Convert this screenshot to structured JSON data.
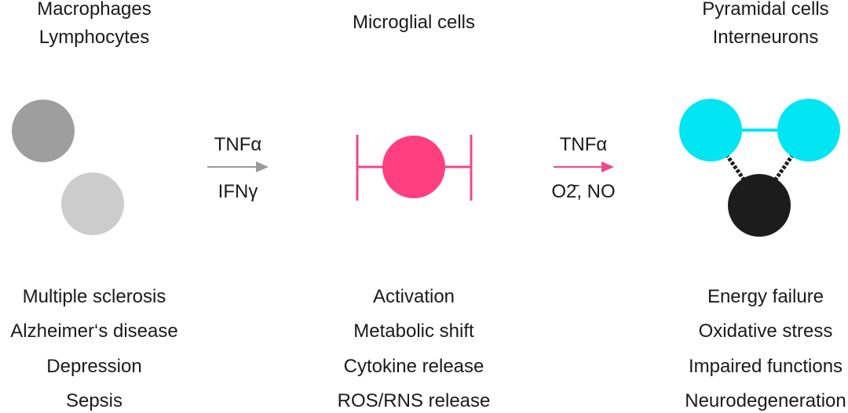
{
  "columns": {
    "left": {
      "cell_labels": [
        "Macrophages",
        "Lymphocytes"
      ],
      "conditions": [
        "Multiple sclerosis",
        "Alzheimer‘s disease",
        "Depression",
        "Sepsis"
      ]
    },
    "middle": {
      "cell_labels": [
        "Microglial cells"
      ],
      "conditions": [
        "Activation",
        "Metabolic shift",
        "Cytokine release",
        "ROS/RNS release"
      ]
    },
    "right": {
      "cell_labels": [
        "Pyramidal cells",
        "Interneurons"
      ],
      "conditions": [
        "Energy failure",
        "Oxidative stress",
        "Impaired functions",
        "Neurodegeneration"
      ]
    }
  },
  "arrows": {
    "first": {
      "top_label": "TNFα",
      "bottom_label": "IFNγ",
      "color": "#9a9a9a"
    },
    "second": {
      "top_label": "TNFα",
      "bottom_label": "O2̄, NO",
      "color": "#f0478a"
    }
  },
  "colors": {
    "macrophage": "#9e9e9e",
    "lymphocyte": "#cccccc",
    "microglia": "#ff3f7f",
    "pyramidal": "#00e5f2",
    "interneuron": "#1c1c1c"
  }
}
